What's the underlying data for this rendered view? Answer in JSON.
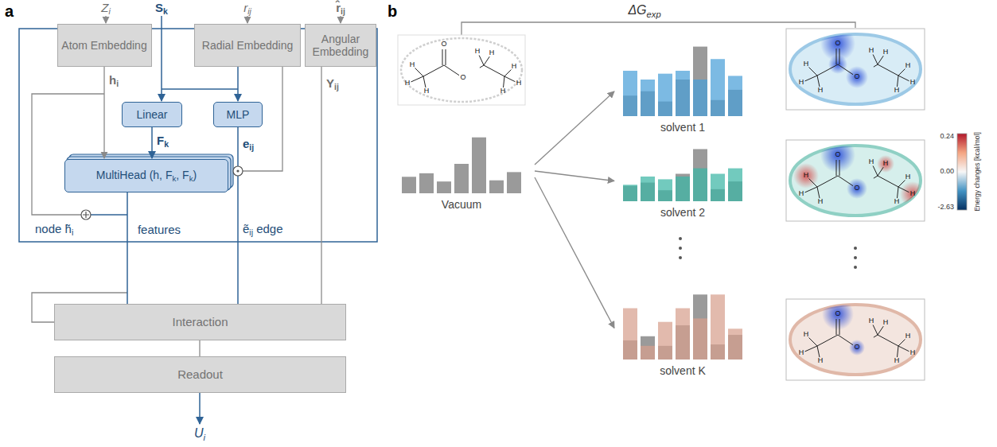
{
  "diagram": {
    "nodes": [
      {
        "text": [
          "Atom Embedding"
        ]
      },
      {
        "text": [
          "Radial Embedding"
        ]
      },
      {
        "text": [
          "Angular Embedding"
        ]
      },
      {
        "text": [
          "Linear"
        ]
      },
      {
        "text": [
          "MLP"
        ]
      },
      {
        "text": [
          "MultiHead (h, Fk, Fk)"
        ]
      },
      {
        "text": [
          "Interaction"
        ]
      },
      {
        "text": [
          "Readout"
        ]
      },
      {
        "text": [
          "Vacuum"
        ]
      },
      {
        "text": [
          "solvent 1"
        ]
      },
      {
        "text": [
          "solvent 2"
        ]
      },
      {
        "text": [
          "solvent K"
        ]
      }
    ],
    "edges": [
      {
        "from": 0,
        "to": 5,
        "arrow": "to"
      },
      {
        "from": 3,
        "to": 5,
        "arrow": "to"
      },
      {
        "from": 1,
        "to": 4,
        "arrow": "to"
      },
      {
        "from": 4,
        "to": 6,
        "arrow": "none"
      },
      {
        "from": 5,
        "to": 6,
        "arrow": "none"
      },
      {
        "from": 2,
        "to": 6,
        "arrow": "none"
      },
      {
        "from": 6,
        "to": 7,
        "arrow": "none"
      },
      {
        "from": 8,
        "to": 9,
        "arrow": "to"
      },
      {
        "from": 8,
        "to": 10,
        "arrow": "to"
      },
      {
        "from": 8,
        "to": 11,
        "arrow": "to"
      }
    ],
    "labels": [
      "a",
      "b",
      "Zi",
      "Sk",
      "rij",
      "r̂ij",
      "hi",
      "Fk",
      "eij",
      "Yij",
      "node h̃i",
      "features",
      "ẽij edge",
      "Ui",
      "ΔGexp",
      "0.24",
      "0.00",
      "-2.63",
      "Energy changes [kcal/mol]",
      "H",
      "H",
      "H",
      "O",
      "O",
      "H",
      "H",
      "H",
      "H",
      "H",
      "H",
      "H",
      "H",
      "O",
      "O",
      "H",
      "H",
      "H",
      "H",
      "H",
      "H",
      "H",
      "H",
      "O",
      "O",
      "H",
      "H",
      "H",
      "H",
      "H",
      "H",
      "H",
      "H",
      "O",
      "O",
      "H",
      "H",
      "H",
      "H",
      "H"
    ]
  }
}
